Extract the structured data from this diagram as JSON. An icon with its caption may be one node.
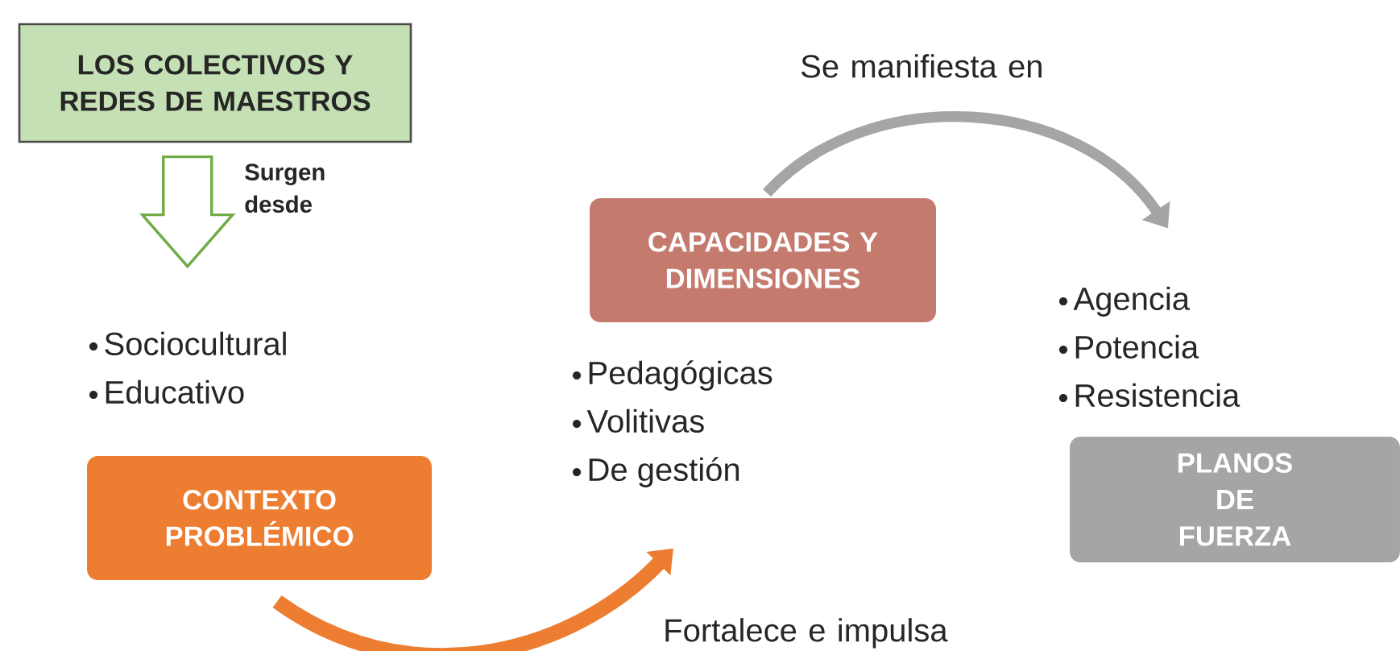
{
  "diagram": {
    "nodes": [
      {
        "text": [
          "LOS COLECTIVOS Y REDES DE MAESTROS"
        ]
      },
      {
        "text": [
          "CONTEXTO PROBLÉMICO"
        ],
        "beside": [
          "Sociocultural",
          "Educativo"
        ]
      },
      {
        "text": [
          "CAPACIDADES Y DIMENSIONES"
        ],
        "beside": [
          "Pedagógicas",
          "Volitivas",
          "De gestión"
        ]
      },
      {
        "text": [
          "PLANOS DE FUERZA"
        ],
        "beside": [
          "Agencia",
          "Potencia",
          "Resistencia"
        ]
      }
    ],
    "edges": [
      {
        "from": 0,
        "to": 1,
        "arrow": "to",
        "label": "Surgen desde",
        "color": "#70ad47"
      },
      {
        "from": 1,
        "to": 2,
        "arrow": "to",
        "label": "Fortalece e impulsa",
        "color": "#ed7d31"
      },
      {
        "from": 2,
        "to": 3,
        "arrow": "to",
        "label": "Se manifiesta en",
        "color": "#a5a5a5"
      }
    ]
  }
}
